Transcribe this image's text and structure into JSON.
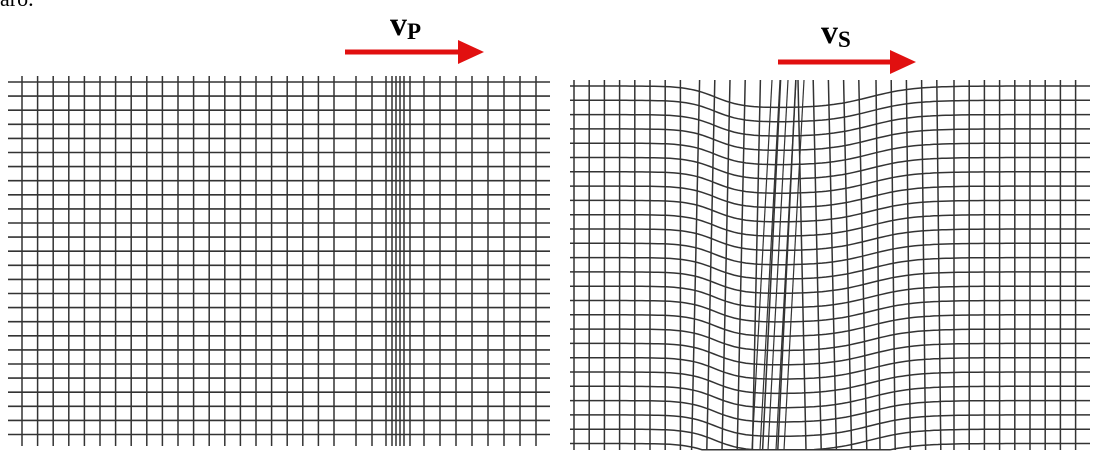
{
  "top_fragment": "aro.",
  "p_wave": {
    "label_main": "v",
    "label_sub": "P"
  },
  "s_wave": {
    "label_main": "v",
    "label_sub": "S"
  },
  "colors": {
    "arrow": "#e11010",
    "grid": "#333333"
  }
}
